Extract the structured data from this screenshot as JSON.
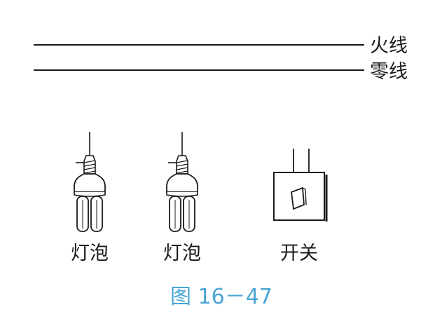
{
  "wires": {
    "live_label": "火线",
    "neutral_label": "零线"
  },
  "components": {
    "lamp_1_label": "灯泡",
    "lamp_2_label": "灯泡",
    "switch_label": "开关"
  },
  "figure": {
    "caption": "图 16－47"
  },
  "colors": {
    "ink": "#1a1a1a",
    "caption": "#4aa6d6"
  }
}
